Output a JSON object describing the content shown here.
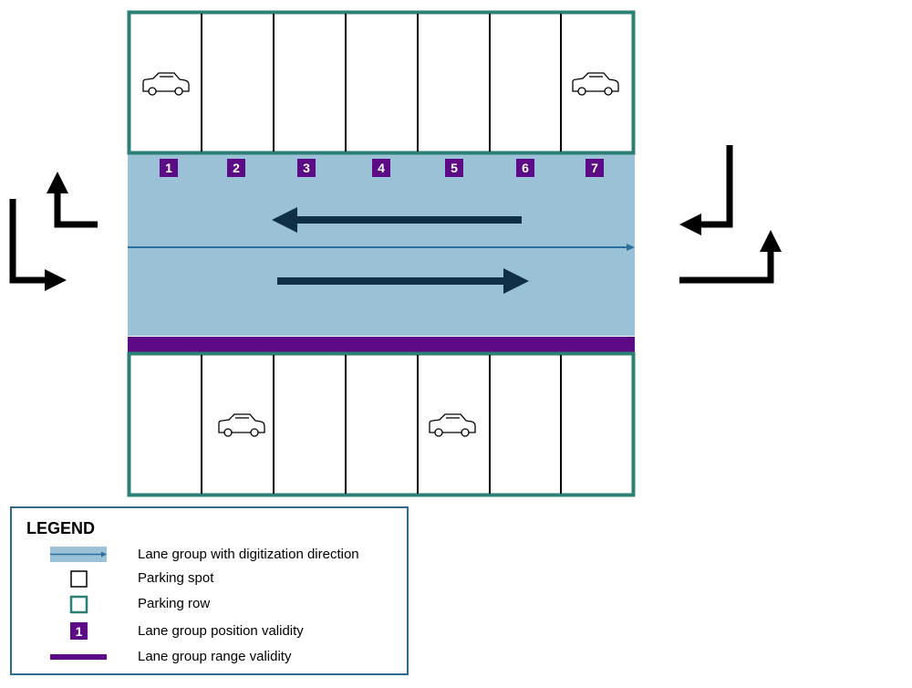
{
  "diagram": {
    "position_labels": [
      "1",
      "2",
      "3",
      "4",
      "5",
      "6",
      "7"
    ],
    "colors": {
      "lane_fill": "#9ac1d6",
      "parking_row_border": "#2b7f73",
      "validity": "#5c0a85",
      "lane_arrow": "#0f2f45",
      "digitization_line": "#2a6f9e",
      "turn_arrow": "#000000"
    },
    "top_row_cars": [
      1,
      7
    ],
    "bottom_row_cars": [
      2,
      5
    ]
  },
  "legend": {
    "title": "LEGEND",
    "position_badge_label": "1",
    "items": [
      {
        "icon": "lane-group-swatch",
        "label": "Lane group with digitization direction"
      },
      {
        "icon": "parking-spot-swatch",
        "label": "Parking spot"
      },
      {
        "icon": "parking-row-swatch",
        "label": "Parking row"
      },
      {
        "icon": "position-validity-swatch",
        "label": "Lane group position validity"
      },
      {
        "icon": "range-validity-swatch",
        "label": "Lane group range validity"
      }
    ]
  }
}
